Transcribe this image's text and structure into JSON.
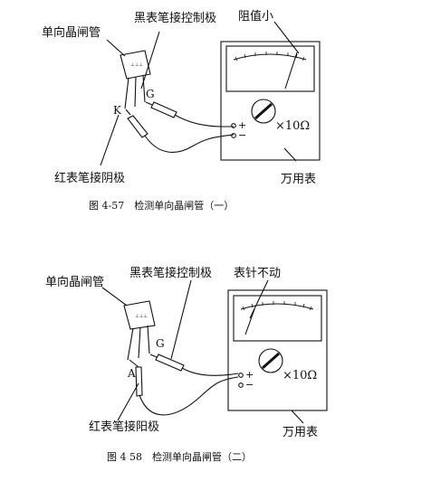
{
  "figure1": {
    "label_scr": "单向晶闸管",
    "label_black_probe": "黑表笔接控制极",
    "label_reading": "阻值小",
    "label_red_probe": "红表笔接阴极",
    "label_meter": "万用表",
    "pin_k": "K",
    "pin_g": "G",
    "terminal_plus": "+",
    "terminal_minus": "−",
    "range": "×10Ω",
    "caption": "图 4-57　检测单向晶闸管（一）"
  },
  "figure2": {
    "label_scr": "单向晶闸管",
    "label_black_probe": "黑表笔接控制极",
    "label_reading": "表针不动",
    "label_red_probe": "红表笔接阳极",
    "label_meter": "万用表",
    "pin_a": "A",
    "pin_g": "G",
    "terminal_plus": "+",
    "terminal_minus": "−",
    "range": "×10Ω",
    "caption": "图 4 58　检测单向晶闸管（二）"
  }
}
